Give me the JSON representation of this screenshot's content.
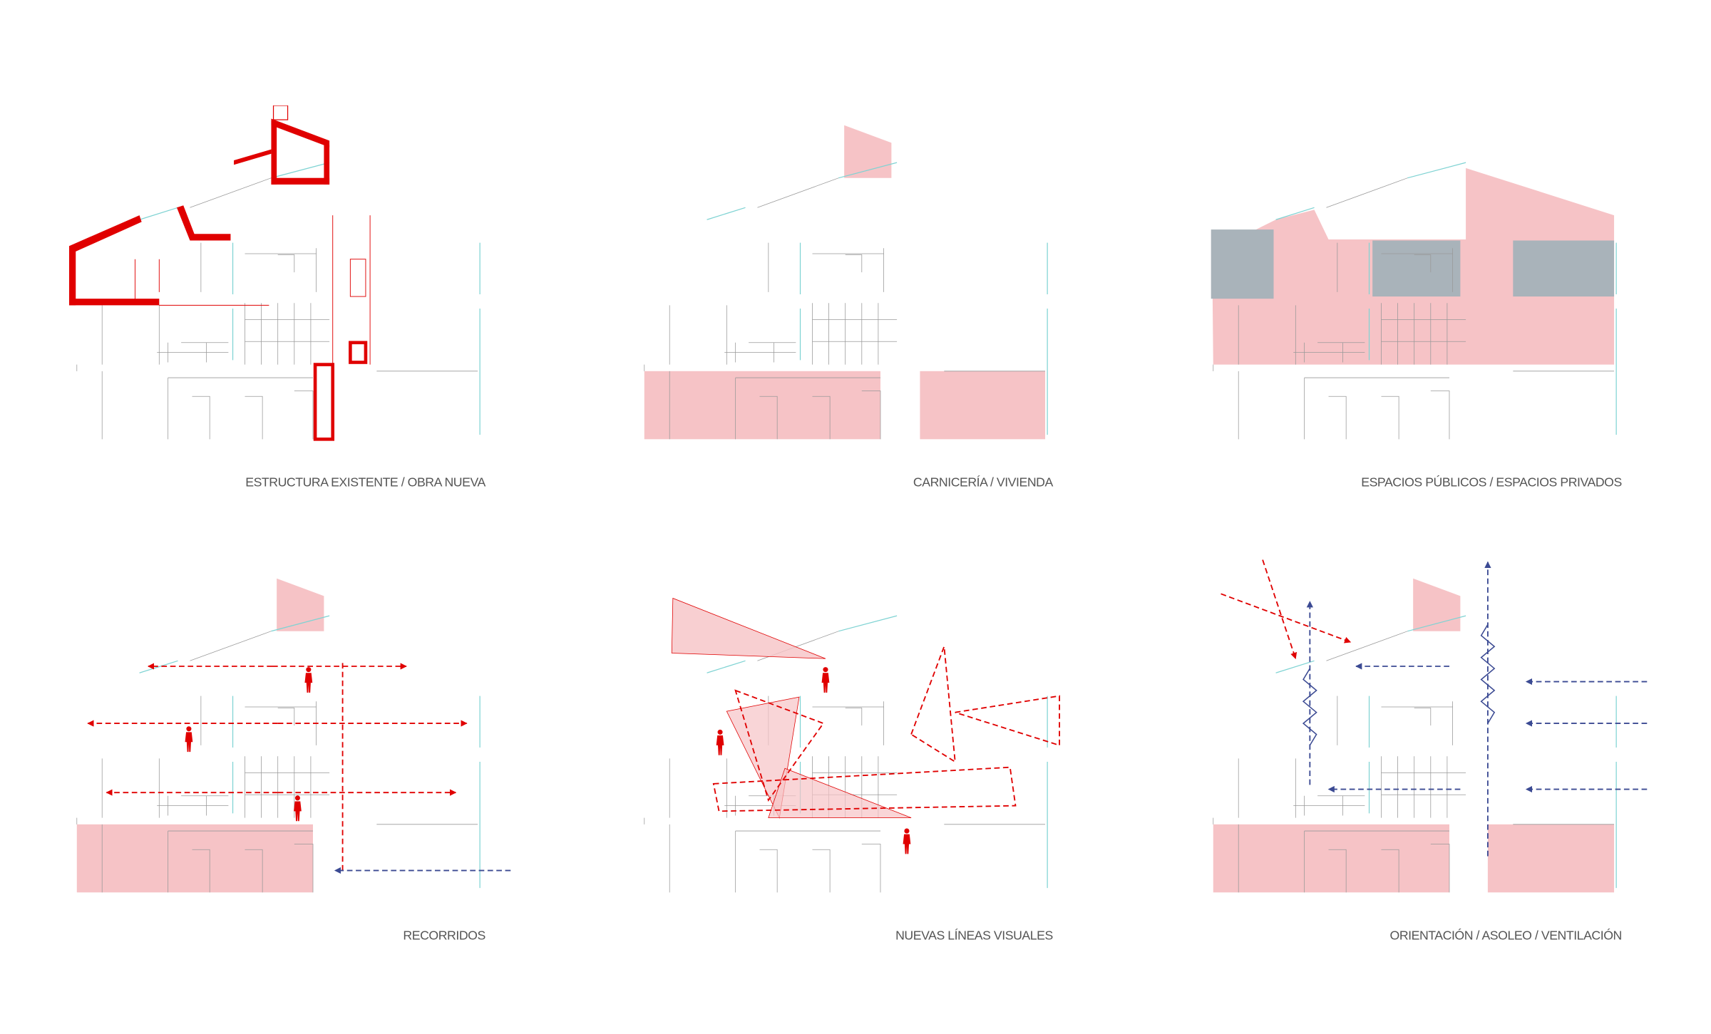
{
  "panels": [
    {
      "label": "ESTRUCTURA EXISTENTE / OBRA NUEVA"
    },
    {
      "label": "CARNICERÍA / VIVIENDA"
    },
    {
      "label": "ESPACIOS PÚBLICOS / ESPACIOS PRIVADOS"
    },
    {
      "label": "RECORRIDOS"
    },
    {
      "label": "NUEVAS LÍNEAS VISUALES"
    },
    {
      "label": "ORIENTACIÓN / ASOLEO / VENTILACIÓN"
    }
  ],
  "colors": {
    "structure": "#4a4a4a",
    "new_work": "#e00000",
    "highlight": "#f6c3c6",
    "private": "#a9b3ba",
    "ventilation": "#3b4a93",
    "glazing": "#7fd3d3"
  }
}
